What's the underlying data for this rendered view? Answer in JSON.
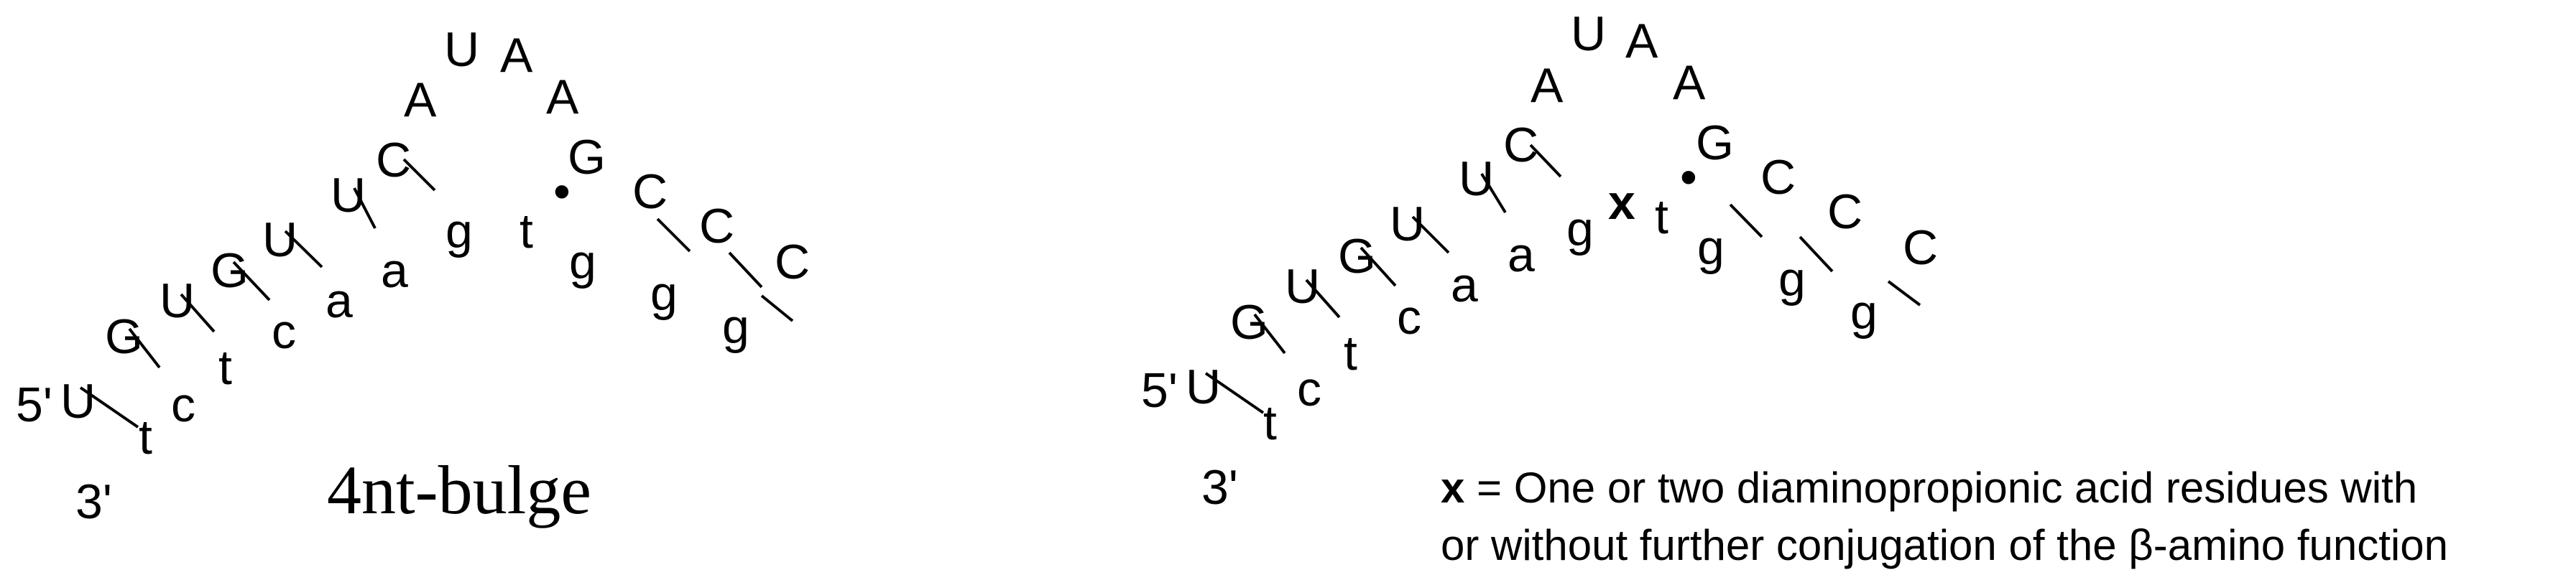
{
  "left_structure": {
    "caption": "4nt-bulge",
    "five_prime": "5'",
    "three_prime": "3'",
    "upper_strand": [
      "U",
      "G",
      "U",
      "G",
      "U",
      "U",
      "C"
    ],
    "lower_strand": [
      "t",
      "c",
      "t",
      "c",
      "a",
      "a",
      "g"
    ],
    "loop": [
      "A",
      "U",
      "A",
      "A"
    ],
    "after_loop": [
      "G",
      "C",
      "C",
      "C"
    ],
    "after_loop_lower": [
      "t",
      "g",
      "g",
      "g"
    ],
    "wobble_dot": "•"
  },
  "right_structure": {
    "five_prime": "5'",
    "three_prime": "3'",
    "upper_strand": [
      "U",
      "G",
      "U",
      "G",
      "U",
      "U",
      "C"
    ],
    "lower_strand": [
      "t",
      "c",
      "t",
      "c",
      "a",
      "a",
      "g"
    ],
    "loop": [
      "A",
      "U",
      "A",
      "A"
    ],
    "modification": "x",
    "after_loop": [
      "G",
      "C",
      "C",
      "C"
    ],
    "after_loop_lower": [
      "t",
      "g",
      "g",
      "g"
    ],
    "wobble_dot": "•"
  },
  "legend": {
    "symbol": "x",
    "line1": " = One or two diaminopropionic acid residues with",
    "line2": "or without further conjugation of the β-amino function"
  }
}
